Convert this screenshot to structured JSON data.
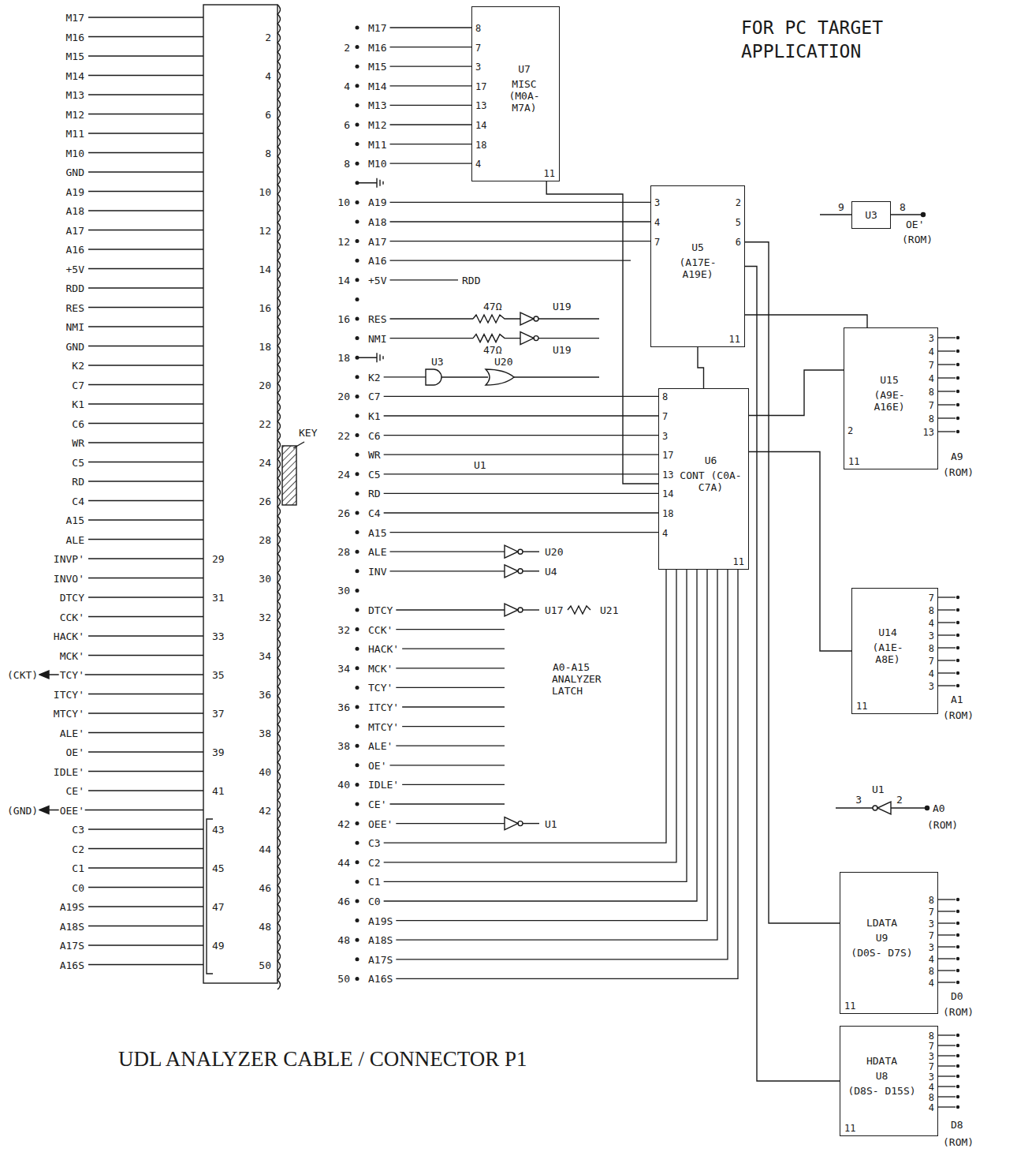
{
  "diagram": {
    "title": "FOR PC TARGET APPLICATION",
    "caption": "UDL ANALYZER CABLE / CONNECTOR P1",
    "nodes": [
      {
        "text": [
          "U7",
          "MISC (M0A- M7A)",
          "8",
          "7",
          "3",
          "17",
          "13",
          "14",
          "18",
          "4",
          "11"
        ]
      },
      {
        "text": [
          "U5",
          "(A17E- A19E)",
          "3",
          "4",
          "7",
          "2",
          "5",
          "6",
          "11"
        ]
      },
      {
        "text": [
          "U3"
        ]
      },
      {
        "text": [
          "U6",
          "CONT (C0A- C7A)",
          "8",
          "7",
          "3",
          "17",
          "13",
          "14",
          "18",
          "4",
          "11"
        ]
      },
      {
        "text": [
          "U15",
          "(A9E- A16E)",
          "2",
          "3",
          "4",
          "7",
          "4",
          "8",
          "7",
          "8",
          "13",
          "11"
        ]
      },
      {
        "text": [
          "U14",
          "(A1E- A8E)",
          "7",
          "8",
          "4",
          "3",
          "8",
          "7",
          "4",
          "3",
          "11"
        ]
      },
      {
        "text": [
          "LDATA",
          "U9",
          "(D0S- D7S)",
          "8",
          "7",
          "3",
          "7",
          "3",
          "4",
          "8",
          "4",
          "11"
        ]
      },
      {
        "text": [
          "HDATA",
          "U8",
          "(D8S- D15S)",
          "8",
          "7",
          "3",
          "7",
          "3",
          "4",
          "8",
          "4",
          "11"
        ]
      }
    ],
    "edges": [
      {
        "from": 0,
        "to": 3,
        "arrow": "none"
      },
      {
        "from": 1,
        "to": 3,
        "arrow": "none"
      },
      {
        "from": 3,
        "to": 4,
        "arrow": "none"
      },
      {
        "from": 3,
        "to": 5,
        "arrow": "none"
      },
      {
        "from": 1,
        "to": 4,
        "arrow": "none"
      },
      {
        "from": 1,
        "to": 6,
        "arrow": "none"
      },
      {
        "from": 1,
        "to": 7,
        "arrow": "none"
      }
    ],
    "labels": [
      "M17",
      "M16",
      "M15",
      "M14",
      "M13",
      "M12",
      "M11",
      "M10",
      "GND",
      "A19",
      "A18",
      "A17",
      "A16",
      "+5V",
      "RDD",
      "RES",
      "NMI",
      "GND",
      "K2",
      "C7",
      "K1",
      "C6",
      "WR",
      "C5",
      "RD",
      "C4",
      "A15",
      "ALE",
      "INVP'",
      "INVO'",
      "DTCY",
      "CCK'",
      "HACK'",
      "MCK'",
      "TCY'",
      "ITCY'",
      "MTCY'",
      "ALE'",
      "OE'",
      "IDLE'",
      "CE'",
      "OEE'",
      "C3",
      "C2",
      "C1",
      "C0",
      "A19S",
      "A18S",
      "A17S",
      "A16S",
      "KEY",
      "2",
      "4",
      "6",
      "8",
      "10",
      "12",
      "14",
      "16",
      "18",
      "20",
      "22",
      "24",
      "26",
      "28",
      "30",
      "32",
      "34",
      "36",
      "38",
      "40",
      "42",
      "44",
      "46",
      "48",
      "50",
      "29",
      "31",
      "33",
      "35",
      "37",
      "39",
      "41",
      "43",
      "45",
      "47",
      "49",
      "2",
      "4",
      "6",
      "8",
      "10",
      "12",
      "14",
      "16",
      "18",
      "20",
      "22",
      "24",
      "26",
      "28",
      "30",
      "32",
      "34",
      "36",
      "38",
      "40",
      "42",
      "44",
      "46",
      "48",
      "50",
      "M17",
      "M16",
      "M15",
      "M14",
      "M13",
      "M12",
      "M11",
      "M10",
      "A19",
      "A18",
      "A17",
      "A16",
      "+5V",
      "RDD",
      "RES",
      "NMI",
      "K2",
      "C7",
      "K1",
      "C6",
      "WR",
      "C5",
      "RD",
      "C4",
      "A15",
      "ALE",
      "INV",
      "DTCY",
      "CCK'",
      "HACK'",
      "MCK'",
      "TCY'",
      "ITCY'",
      "MTCY'",
      "ALE'",
      "OE'",
      "IDLE'",
      "CE'",
      "OEE'",
      "C3",
      "C2",
      "C1",
      "C0",
      "A19S",
      "A18S",
      "A17S",
      "A16S",
      "(CKT)",
      "(GND)",
      "47Ω",
      "47Ω",
      "U19",
      "U19",
      "U3",
      "U20",
      "U1",
      "U4",
      "U20",
      "U17",
      "U21",
      "A0-A15 ANALYZER LATCH",
      "U1",
      "9",
      "8",
      "OE'",
      "(ROM)",
      "A9",
      "(ROM)",
      "A1",
      "(ROM)",
      "U1",
      "3",
      "2",
      "A0",
      "(ROM)",
      "D0",
      "(ROM)",
      "D8",
      "(ROM)"
    ]
  }
}
